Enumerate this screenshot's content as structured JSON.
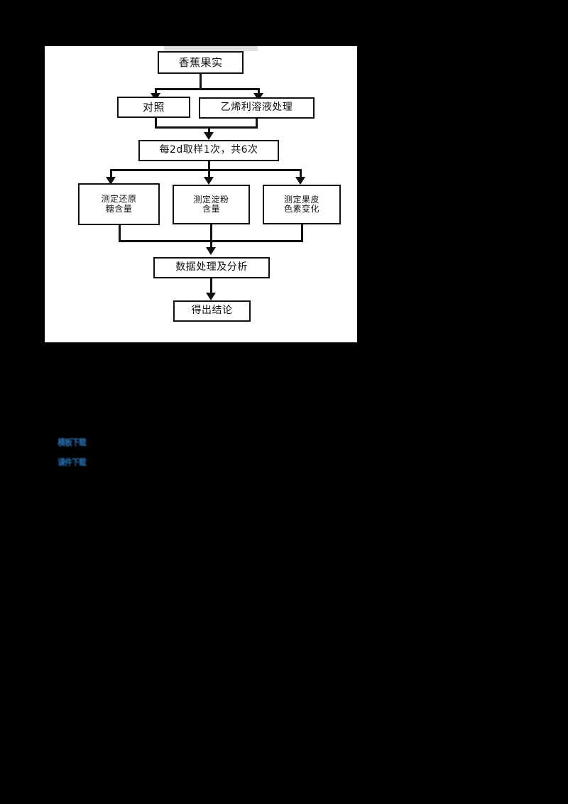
{
  "figure": {
    "panel_background": "#ffffff",
    "line_color": "#111111",
    "nodes": {
      "start": "香蕉果实",
      "control": "对照",
      "treatment": "乙烯利溶液处理",
      "sampling": "每2d取样1次，共6次",
      "measure_sugar": "测定还原\n糖含量",
      "measure_starch": "测定淀粉\n含量",
      "measure_pigment": "测定果皮\n色素变化",
      "analysis": "数据处理及分析",
      "conclusion": "得出结论"
    }
  },
  "annotations": {
    "highlight_color": "#2a6fb0",
    "blocks": [
      {
        "text": "模板下载"
      },
      {
        "text": "课件下载"
      }
    ]
  }
}
